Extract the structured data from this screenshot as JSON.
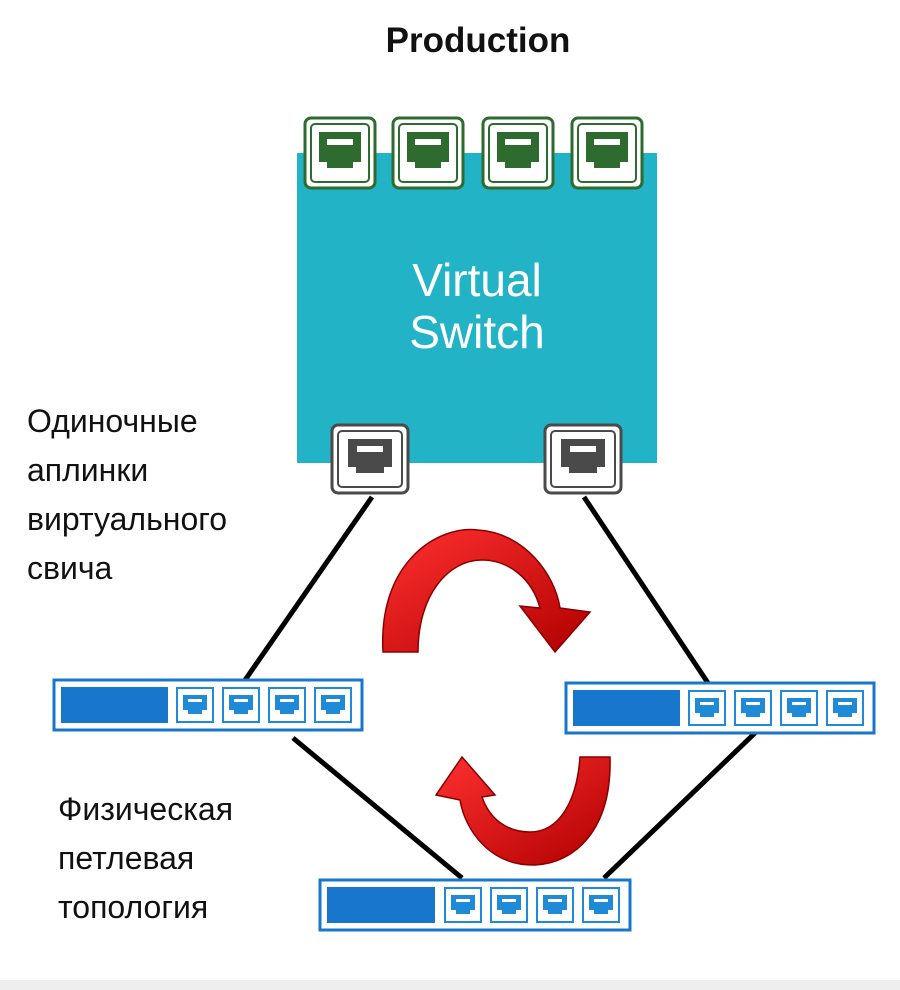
{
  "title": "Production",
  "virtual_switch": {
    "label_line1": "Virtual",
    "label_line2": "Switch",
    "color": "#22B3C6",
    "vm_port_count": 4,
    "vm_port_color": "#2E6B2E",
    "uplink_port_count": 2,
    "uplink_port_color": "#4A4A4A"
  },
  "annotations": {
    "uplinks": [
      "Одиночные",
      "аплинки",
      "виртуального",
      "свича"
    ],
    "topology": [
      "Физическая",
      "петлевая",
      "топология"
    ]
  },
  "physical_switches": [
    {
      "id": "left",
      "port_count": 4
    },
    {
      "id": "right",
      "port_count": 4
    },
    {
      "id": "bottom",
      "port_count": 4
    }
  ],
  "colors": {
    "panel_fill": "#1877CC",
    "port_fill": "#1E8AD8",
    "loop_arrow": "#E00000",
    "link_line": "#000000"
  }
}
